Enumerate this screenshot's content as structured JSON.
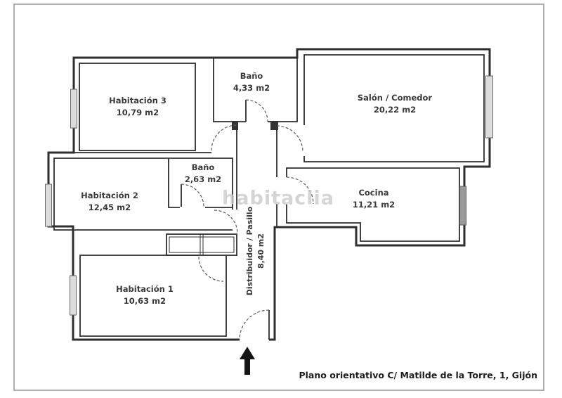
{
  "plan": {
    "watermark": "habitaclia",
    "caption": "Plano orientativo C/ Matilde de la Torre, 1, Gijón",
    "colors": {
      "wall": "#2e2e2e",
      "window_light": "#dcdcdc",
      "window_dark": "#9a9a9a",
      "watermark": "#cbcbcb",
      "frame": "#aeaeae"
    },
    "rooms": [
      {
        "name": "Habitación 3",
        "area": "10,79 m2"
      },
      {
        "name": "Baño",
        "area": "4,33 m2"
      },
      {
        "name": "Salón / Comedor",
        "area": "20,22 m2"
      },
      {
        "name": "Habitación 2",
        "area": "12,45 m2"
      },
      {
        "name": "Baño",
        "area": "2,63 m2"
      },
      {
        "name": "Cocina",
        "area": "11,21 m2"
      },
      {
        "name": "Habitación 1",
        "area": "10,63 m2"
      },
      {
        "name": "Distribuidor / Pasillo",
        "area": "8,40 m2"
      }
    ]
  }
}
